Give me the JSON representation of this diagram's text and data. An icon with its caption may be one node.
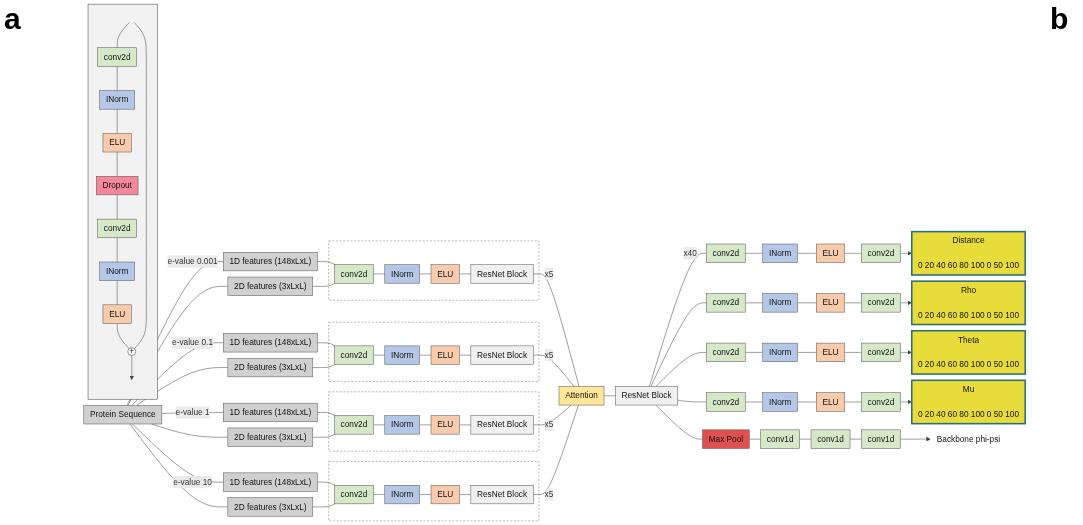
{
  "diagram": {
    "nodes": [
      {
        "text": [
          "Protein Sequence"
        ]
      },
      {
        "text": [
          "1D features (148xLxL)"
        ]
      },
      {
        "text": [
          "2D features (3xLxL)"
        ]
      },
      {
        "text": [],
        "shape": "box"
      },
      {
        "text": [
          "conv2d"
        ],
        "in": 3
      },
      {
        "text": [
          "INorm"
        ],
        "in": 3
      },
      {
        "text": [
          "ELU"
        ],
        "in": 3
      },
      {
        "text": [
          "ResNet Block"
        ],
        "in": 3
      },
      {
        "text": [
          "1D features (148xLxL)"
        ]
      },
      {
        "text": [
          "2D features (3xLxL)"
        ]
      },
      {
        "text": [],
        "shape": "box"
      },
      {
        "text": [
          "conv2d"
        ],
        "in": 10
      },
      {
        "text": [
          "INorm"
        ],
        "in": 10
      },
      {
        "text": [
          "ELU"
        ],
        "in": 10
      },
      {
        "text": [
          "ResNet Block"
        ],
        "in": 10
      },
      {
        "text": [
          "1D features (148xLxL)"
        ]
      },
      {
        "text": [
          "2D features (3xLxL)"
        ]
      },
      {
        "text": [],
        "shape": "box"
      },
      {
        "text": [
          "conv2d"
        ],
        "in": 17
      },
      {
        "text": [
          "INorm"
        ],
        "in": 17
      },
      {
        "text": [
          "ELU"
        ],
        "in": 17
      },
      {
        "text": [
          "ResNet Block"
        ],
        "in": 17
      },
      {
        "text": [
          "1D features (148xLxL)"
        ]
      },
      {
        "text": [
          "2D features (3xLxL)"
        ]
      },
      {
        "text": [],
        "shape": "box"
      },
      {
        "text": [
          "conv2d"
        ],
        "in": 24
      },
      {
        "text": [
          "INorm"
        ],
        "in": 24
      },
      {
        "text": [
          "ELU"
        ],
        "in": 24
      },
      {
        "text": [
          "ResNet Block"
        ],
        "in": 24
      },
      {
        "text": [
          "Attention"
        ]
      },
      {
        "text": [
          "ResNet Block"
        ]
      },
      {
        "text": [
          "conv2d"
        ]
      },
      {
        "text": [
          "INorm"
        ]
      },
      {
        "text": [
          "ELU"
        ]
      },
      {
        "text": [
          "conv2d"
        ]
      },
      {
        "text": [
          "Distance",
          "0",
          "20",
          "40",
          "60",
          "80",
          "100",
          "0",
          "50",
          "100"
        ]
      },
      {
        "text": [
          "conv2d"
        ]
      },
      {
        "text": [
          "INorm"
        ]
      },
      {
        "text": [
          "ELU"
        ]
      },
      {
        "text": [
          "conv2d"
        ]
      },
      {
        "text": [
          "Rho",
          "0",
          "20",
          "40",
          "60",
          "80",
          "100",
          "0",
          "50",
          "100"
        ]
      },
      {
        "text": [
          "conv2d"
        ]
      },
      {
        "text": [
          "INorm"
        ]
      },
      {
        "text": [
          "ELU"
        ]
      },
      {
        "text": [
          "conv2d"
        ]
      },
      {
        "text": [
          "Theta",
          "0",
          "20",
          "40",
          "60",
          "80",
          "100",
          "0",
          "50",
          "100"
        ]
      },
      {
        "text": [
          "conv2d"
        ]
      },
      {
        "text": [
          "INorm"
        ]
      },
      {
        "text": [
          "ELU"
        ]
      },
      {
        "text": [
          "conv2d"
        ]
      },
      {
        "text": [
          "Mu",
          "0",
          "20",
          "40",
          "60",
          "80",
          "100",
          "0",
          "50",
          "100"
        ]
      },
      {
        "text": [
          "Max Pool"
        ]
      },
      {
        "text": [
          "conv1d"
        ]
      },
      {
        "text": [
          "conv1d"
        ]
      },
      {
        "text": [
          "conv1d"
        ]
      },
      {
        "text": [
          "Backbone phi-psi"
        ]
      },
      {
        "text": [],
        "shape": "box"
      },
      {
        "text": [
          "conv2d"
        ],
        "in": 56
      },
      {
        "text": [
          "INorm"
        ],
        "in": 56
      },
      {
        "text": [
          "ELU"
        ],
        "in": 56
      },
      {
        "text": [
          "Dropout"
        ],
        "in": 56
      },
      {
        "text": [
          "conv2d"
        ],
        "in": 56
      },
      {
        "text": [
          "INorm"
        ],
        "in": 56
      },
      {
        "text": [
          "ELU"
        ],
        "in": 56
      },
      {
        "text": [
          "+"
        ],
        "in": 56
      }
    ],
    "edges": [
      {
        "from": 0,
        "to": 1,
        "arrow": "none",
        "label": "e-value 0.001"
      },
      {
        "from": 0,
        "to": 2,
        "arrow": "none"
      },
      {
        "from": 1,
        "to": 4,
        "arrow": "none"
      },
      {
        "from": 2,
        "to": 4,
        "arrow": "none"
      },
      {
        "from": 4,
        "to": 5,
        "arrow": "none"
      },
      {
        "from": 5,
        "to": 6,
        "arrow": "none"
      },
      {
        "from": 6,
        "to": 7,
        "arrow": "none"
      },
      {
        "from": 7,
        "to": 29,
        "arrow": "none",
        "label": "x5"
      },
      {
        "from": 0,
        "to": 8,
        "arrow": "none",
        "label": "e-value 0.1"
      },
      {
        "from": 0,
        "to": 9,
        "arrow": "none"
      },
      {
        "from": 8,
        "to": 11,
        "arrow": "none"
      },
      {
        "from": 9,
        "to": 11,
        "arrow": "none"
      },
      {
        "from": 11,
        "to": 12,
        "arrow": "none"
      },
      {
        "from": 12,
        "to": 13,
        "arrow": "none"
      },
      {
        "from": 13,
        "to": 14,
        "arrow": "none"
      },
      {
        "from": 14,
        "to": 29,
        "arrow": "none",
        "label": "x5"
      },
      {
        "from": 0,
        "to": 15,
        "arrow": "none",
        "label": "e-value 1"
      },
      {
        "from": 0,
        "to": 16,
        "arrow": "none"
      },
      {
        "from": 15,
        "to": 18,
        "arrow": "none"
      },
      {
        "from": 16,
        "to": 18,
        "arrow": "none"
      },
      {
        "from": 18,
        "to": 19,
        "arrow": "none"
      },
      {
        "from": 19,
        "to": 20,
        "arrow": "none"
      },
      {
        "from": 20,
        "to": 21,
        "arrow": "none"
      },
      {
        "from": 21,
        "to": 29,
        "arrow": "none",
        "label": "x5"
      },
      {
        "from": 0,
        "to": 22,
        "arrow": "none",
        "label": "e-value 10"
      },
      {
        "from": 0,
        "to": 23,
        "arrow": "none"
      },
      {
        "from": 22,
        "to": 25,
        "arrow": "none"
      },
      {
        "from": 23,
        "to": 25,
        "arrow": "none"
      },
      {
        "from": 25,
        "to": 26,
        "arrow": "none"
      },
      {
        "from": 26,
        "to": 27,
        "arrow": "none"
      },
      {
        "from": 27,
        "to": 28,
        "arrow": "none"
      },
      {
        "from": 28,
        "to": 29,
        "arrow": "none",
        "label": "x5"
      },
      {
        "from": 29,
        "to": 30,
        "arrow": "none"
      },
      {
        "from": 30,
        "to": 31,
        "arrow": "none",
        "label": "x40"
      },
      {
        "from": 30,
        "to": 36,
        "arrow": "none"
      },
      {
        "from": 30,
        "to": 41,
        "arrow": "none"
      },
      {
        "from": 30,
        "to": 46,
        "arrow": "none"
      },
      {
        "from": 30,
        "to": 51,
        "arrow": "none"
      },
      {
        "from": 31,
        "to": 32,
        "arrow": "none"
      },
      {
        "from": 32,
        "to": 33,
        "arrow": "none"
      },
      {
        "from": 33,
        "to": 34,
        "arrow": "none"
      },
      {
        "from": 34,
        "to": 35,
        "arrow": "to"
      },
      {
        "from": 36,
        "to": 37,
        "arrow": "none"
      },
      {
        "from": 37,
        "to": 38,
        "arrow": "none"
      },
      {
        "from": 38,
        "to": 39,
        "arrow": "none"
      },
      {
        "from": 39,
        "to": 40,
        "arrow": "to"
      },
      {
        "from": 41,
        "to": 42,
        "arrow": "none"
      },
      {
        "from": 42,
        "to": 43,
        "arrow": "none"
      },
      {
        "from": 43,
        "to": 44,
        "arrow": "none"
      },
      {
        "from": 44,
        "to": 45,
        "arrow": "to"
      },
      {
        "from": 46,
        "to": 47,
        "arrow": "none"
      },
      {
        "from": 47,
        "to": 48,
        "arrow": "none"
      },
      {
        "from": 48,
        "to": 49,
        "arrow": "none"
      },
      {
        "from": 49,
        "to": 50,
        "arrow": "to"
      },
      {
        "from": 51,
        "to": 52,
        "arrow": "none"
      },
      {
        "from": 52,
        "to": 53,
        "arrow": "none"
      },
      {
        "from": 53,
        "to": 54,
        "arrow": "none"
      },
      {
        "from": 54,
        "to": 55,
        "arrow": "to"
      },
      {
        "from": null,
        "to": 57,
        "arrow": "none"
      },
      {
        "from": 57,
        "to": 58,
        "arrow": "none"
      },
      {
        "from": 58,
        "to": 59,
        "arrow": "none"
      },
      {
        "from": 59,
        "to": 60,
        "arrow": "none"
      },
      {
        "from": 60,
        "to": 61,
        "arrow": "none"
      },
      {
        "from": 61,
        "to": 62,
        "arrow": "none"
      },
      {
        "from": 62,
        "to": 63,
        "arrow": "none"
      },
      {
        "from": 63,
        "to": 64,
        "arrow": "none"
      },
      {
        "from": null,
        "to": 64,
        "arrow": "none"
      },
      {
        "from": 64,
        "to": null,
        "arrow": "to"
      }
    ],
    "labels": [
      "a",
      "b"
    ]
  }
}
